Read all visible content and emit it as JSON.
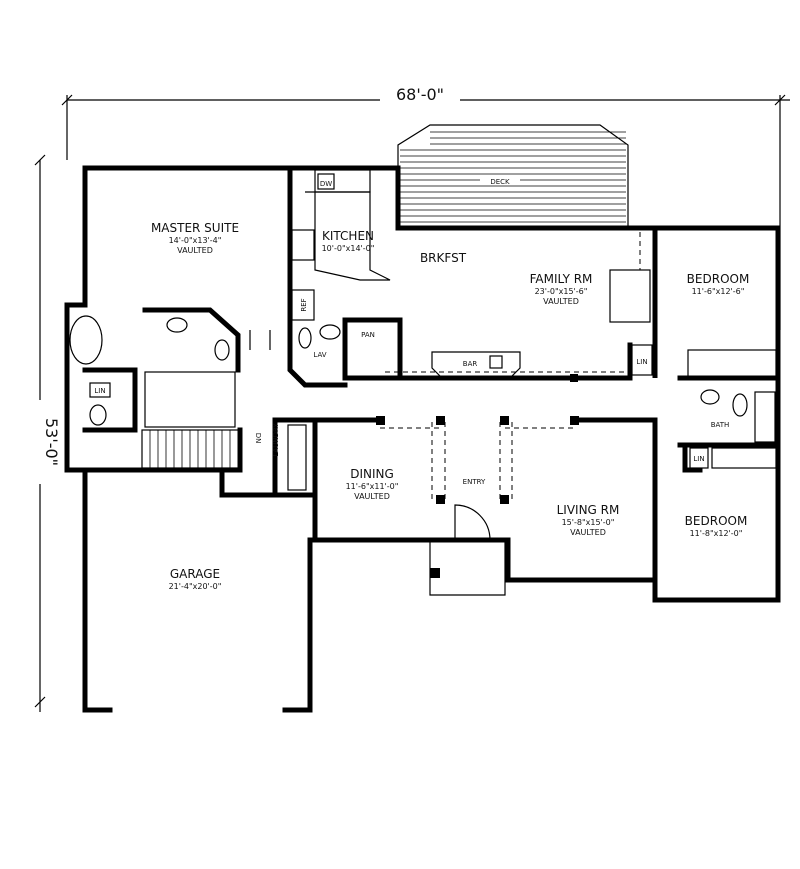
{
  "dimensions": {
    "width": "68'-0\"",
    "depth": "53'-0\""
  },
  "rooms": {
    "master_suite": {
      "name": "MASTER SUITE",
      "size": "14'-0\"x13'-4\"",
      "note": "VAULTED"
    },
    "kitchen": {
      "name": "KITCHEN",
      "size": "10'-0\"x14'-0\""
    },
    "brkfst": {
      "name": "BRKFST"
    },
    "family_rm": {
      "name": "FAMILY RM",
      "size": "23'-0\"x15'-6\"",
      "note": "VAULTED"
    },
    "bedroom1": {
      "name": "BEDROOM",
      "size": "11'-6\"x12'-6\""
    },
    "bedroom2": {
      "name": "BEDROOM",
      "size": "11'-8\"x12'-0\""
    },
    "dining": {
      "name": "DINING",
      "size": "11'-6\"x11'-0\"",
      "note": "VAULTED"
    },
    "living_rm": {
      "name": "LIVING RM",
      "size": "15'-8\"x15'-0\"",
      "note": "VAULTED"
    },
    "garage": {
      "name": "GARAGE",
      "size": "21'-4\"x20'-0\""
    },
    "entry": {
      "name": "ENTRY"
    },
    "deck": {
      "name": "DECK"
    },
    "bath": {
      "name": "BATH"
    },
    "lav": {
      "name": "LAV"
    },
    "laundry": {
      "name": "LAUNDRY"
    }
  },
  "fixtures": {
    "dw": "DW",
    "ref": "REF",
    "pan": "PAN",
    "bar": "BAR",
    "lin": "LIN",
    "dn": "DN"
  }
}
